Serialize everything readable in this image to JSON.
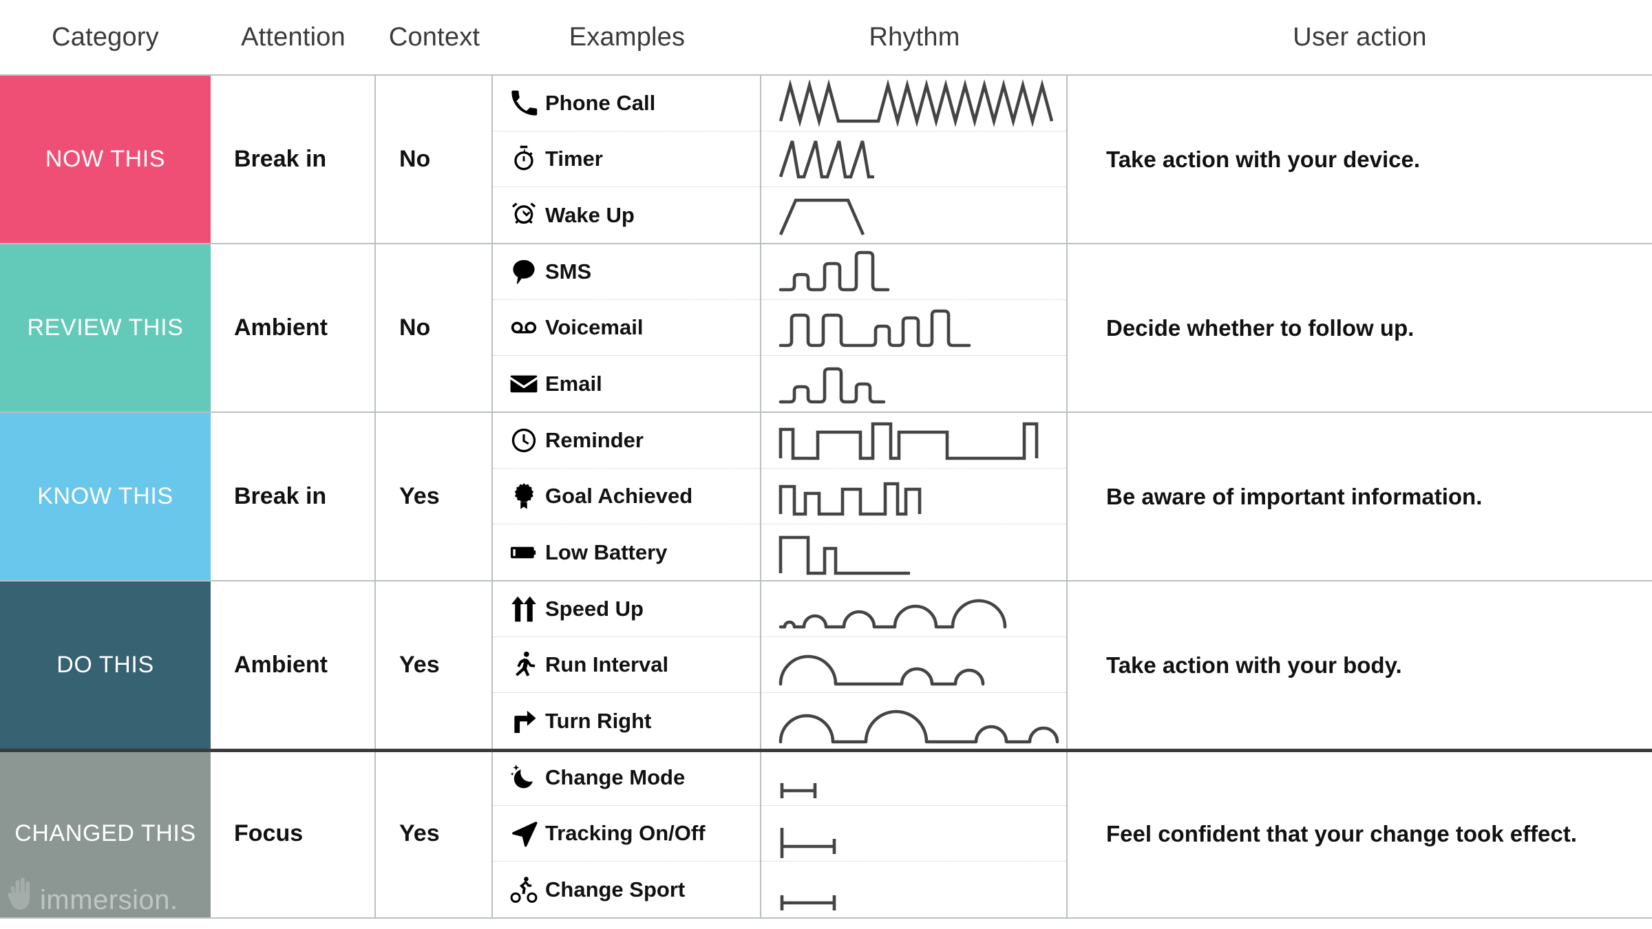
{
  "columns": [
    {
      "key": "category",
      "label": "Category"
    },
    {
      "key": "attention",
      "label": "Attention"
    },
    {
      "key": "context",
      "label": "Context"
    },
    {
      "key": "examples",
      "label": "Examples"
    },
    {
      "key": "rhythm",
      "label": "Rhythm"
    },
    {
      "key": "user_action",
      "label": "User action"
    }
  ],
  "watermark": {
    "text": "immersion.",
    "icon": "hand-logo-icon"
  },
  "rows": [
    {
      "category": "NOW THIS",
      "color": "#ef4f75",
      "text_color": "#ffffff",
      "attention": "Break in",
      "context": "No",
      "user_action": "Take action with your device.",
      "rhythm_style": "sharp-triangle",
      "examples": [
        {
          "label": "Phone Call",
          "icon": "phone-icon",
          "rhythm": "zigzag-pause-zigzag"
        },
        {
          "label": "Timer",
          "icon": "stopwatch-icon",
          "rhythm": "four-triangles"
        },
        {
          "label": "Wake Up",
          "icon": "alarm-clock-icon",
          "rhythm": "single-trapezoid"
        }
      ]
    },
    {
      "category": "REVIEW THIS",
      "color": "#63c9b9",
      "text_color": "#ffffff",
      "attention": "Ambient",
      "context": "No",
      "user_action": "Decide whether to follow up.",
      "rhythm_style": "rounded-pulse",
      "examples": [
        {
          "label": "SMS",
          "icon": "chat-bubble-icon",
          "rhythm": "three-rising-pulses"
        },
        {
          "label": "Voicemail",
          "icon": "voicemail-icon",
          "rhythm": "long-pulse-train"
        },
        {
          "label": "Email",
          "icon": "envelope-icon",
          "rhythm": "three-pulses-small-large-small"
        }
      ]
    },
    {
      "category": "KNOW THIS",
      "color": "#68c7ea",
      "text_color": "#ffffff",
      "attention": "Break in",
      "context": "Yes",
      "user_action": "Be aware of important information.",
      "rhythm_style": "square-pulse",
      "examples": [
        {
          "label": "Reminder",
          "icon": "clock-icon",
          "rhythm": "wide-square-train"
        },
        {
          "label": "Goal Achieved",
          "icon": "award-ribbon-icon",
          "rhythm": "short-square-train"
        },
        {
          "label": "Low Battery",
          "icon": "battery-low-icon",
          "rhythm": "tall-then-short-square"
        }
      ]
    },
    {
      "category": "DO THIS",
      "color": "#376271",
      "text_color": "#ffffff",
      "attention": "Ambient",
      "context": "Yes",
      "user_action": "Take action with your body.",
      "rhythm_style": "arc-bump",
      "examples": [
        {
          "label": "Speed Up",
          "icon": "double-arrow-up-icon",
          "rhythm": "growing-arcs"
        },
        {
          "label": "Run Interval",
          "icon": "runner-icon",
          "rhythm": "large-then-small-arcs"
        },
        {
          "label": "Turn Right",
          "icon": "turn-right-arrow-icon",
          "rhythm": "mixed-arcs"
        }
      ]
    },
    {
      "category": "CHANGED THIS",
      "color": "#8c9793",
      "text_color": "#ffffff",
      "attention": "Focus",
      "context": "Yes",
      "user_action": "Feel confident that your change took effect.",
      "rhythm_style": "bracket-bar",
      "examples": [
        {
          "label": "Change Mode",
          "icon": "moon-stars-icon",
          "rhythm": "short-bracket"
        },
        {
          "label": "Tracking On/Off",
          "icon": "navigation-arrow-icon",
          "rhythm": "tall-left-bracket"
        },
        {
          "label": "Change Sport",
          "icon": "cyclist-icon",
          "rhythm": "medium-bracket"
        }
      ]
    }
  ]
}
